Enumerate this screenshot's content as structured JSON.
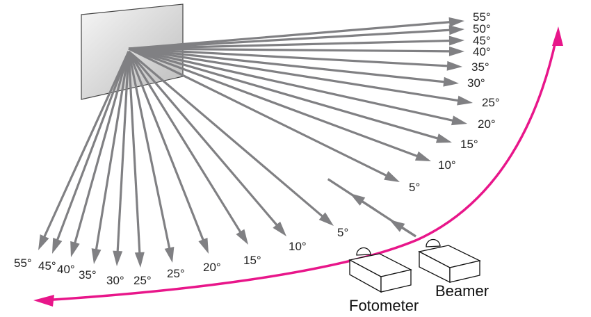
{
  "colors": {
    "ray": "#808083",
    "curve": "#e8168a",
    "screen_light": "#f4f4f4",
    "screen_dark": "#bdbdbd"
  },
  "upper_labels": [
    "55°",
    "50°",
    "45°",
    "40°",
    "35°",
    "30°",
    "25°",
    "20°",
    "15°",
    "10°",
    "5°"
  ],
  "lower_labels": [
    "55°",
    "45°",
    "40°",
    "35°",
    "30°",
    "25°",
    "25°",
    "20°",
    "15°",
    "10°",
    "5°"
  ],
  "devices": {
    "photometer": "Fotometer",
    "projector": "Beamer"
  }
}
